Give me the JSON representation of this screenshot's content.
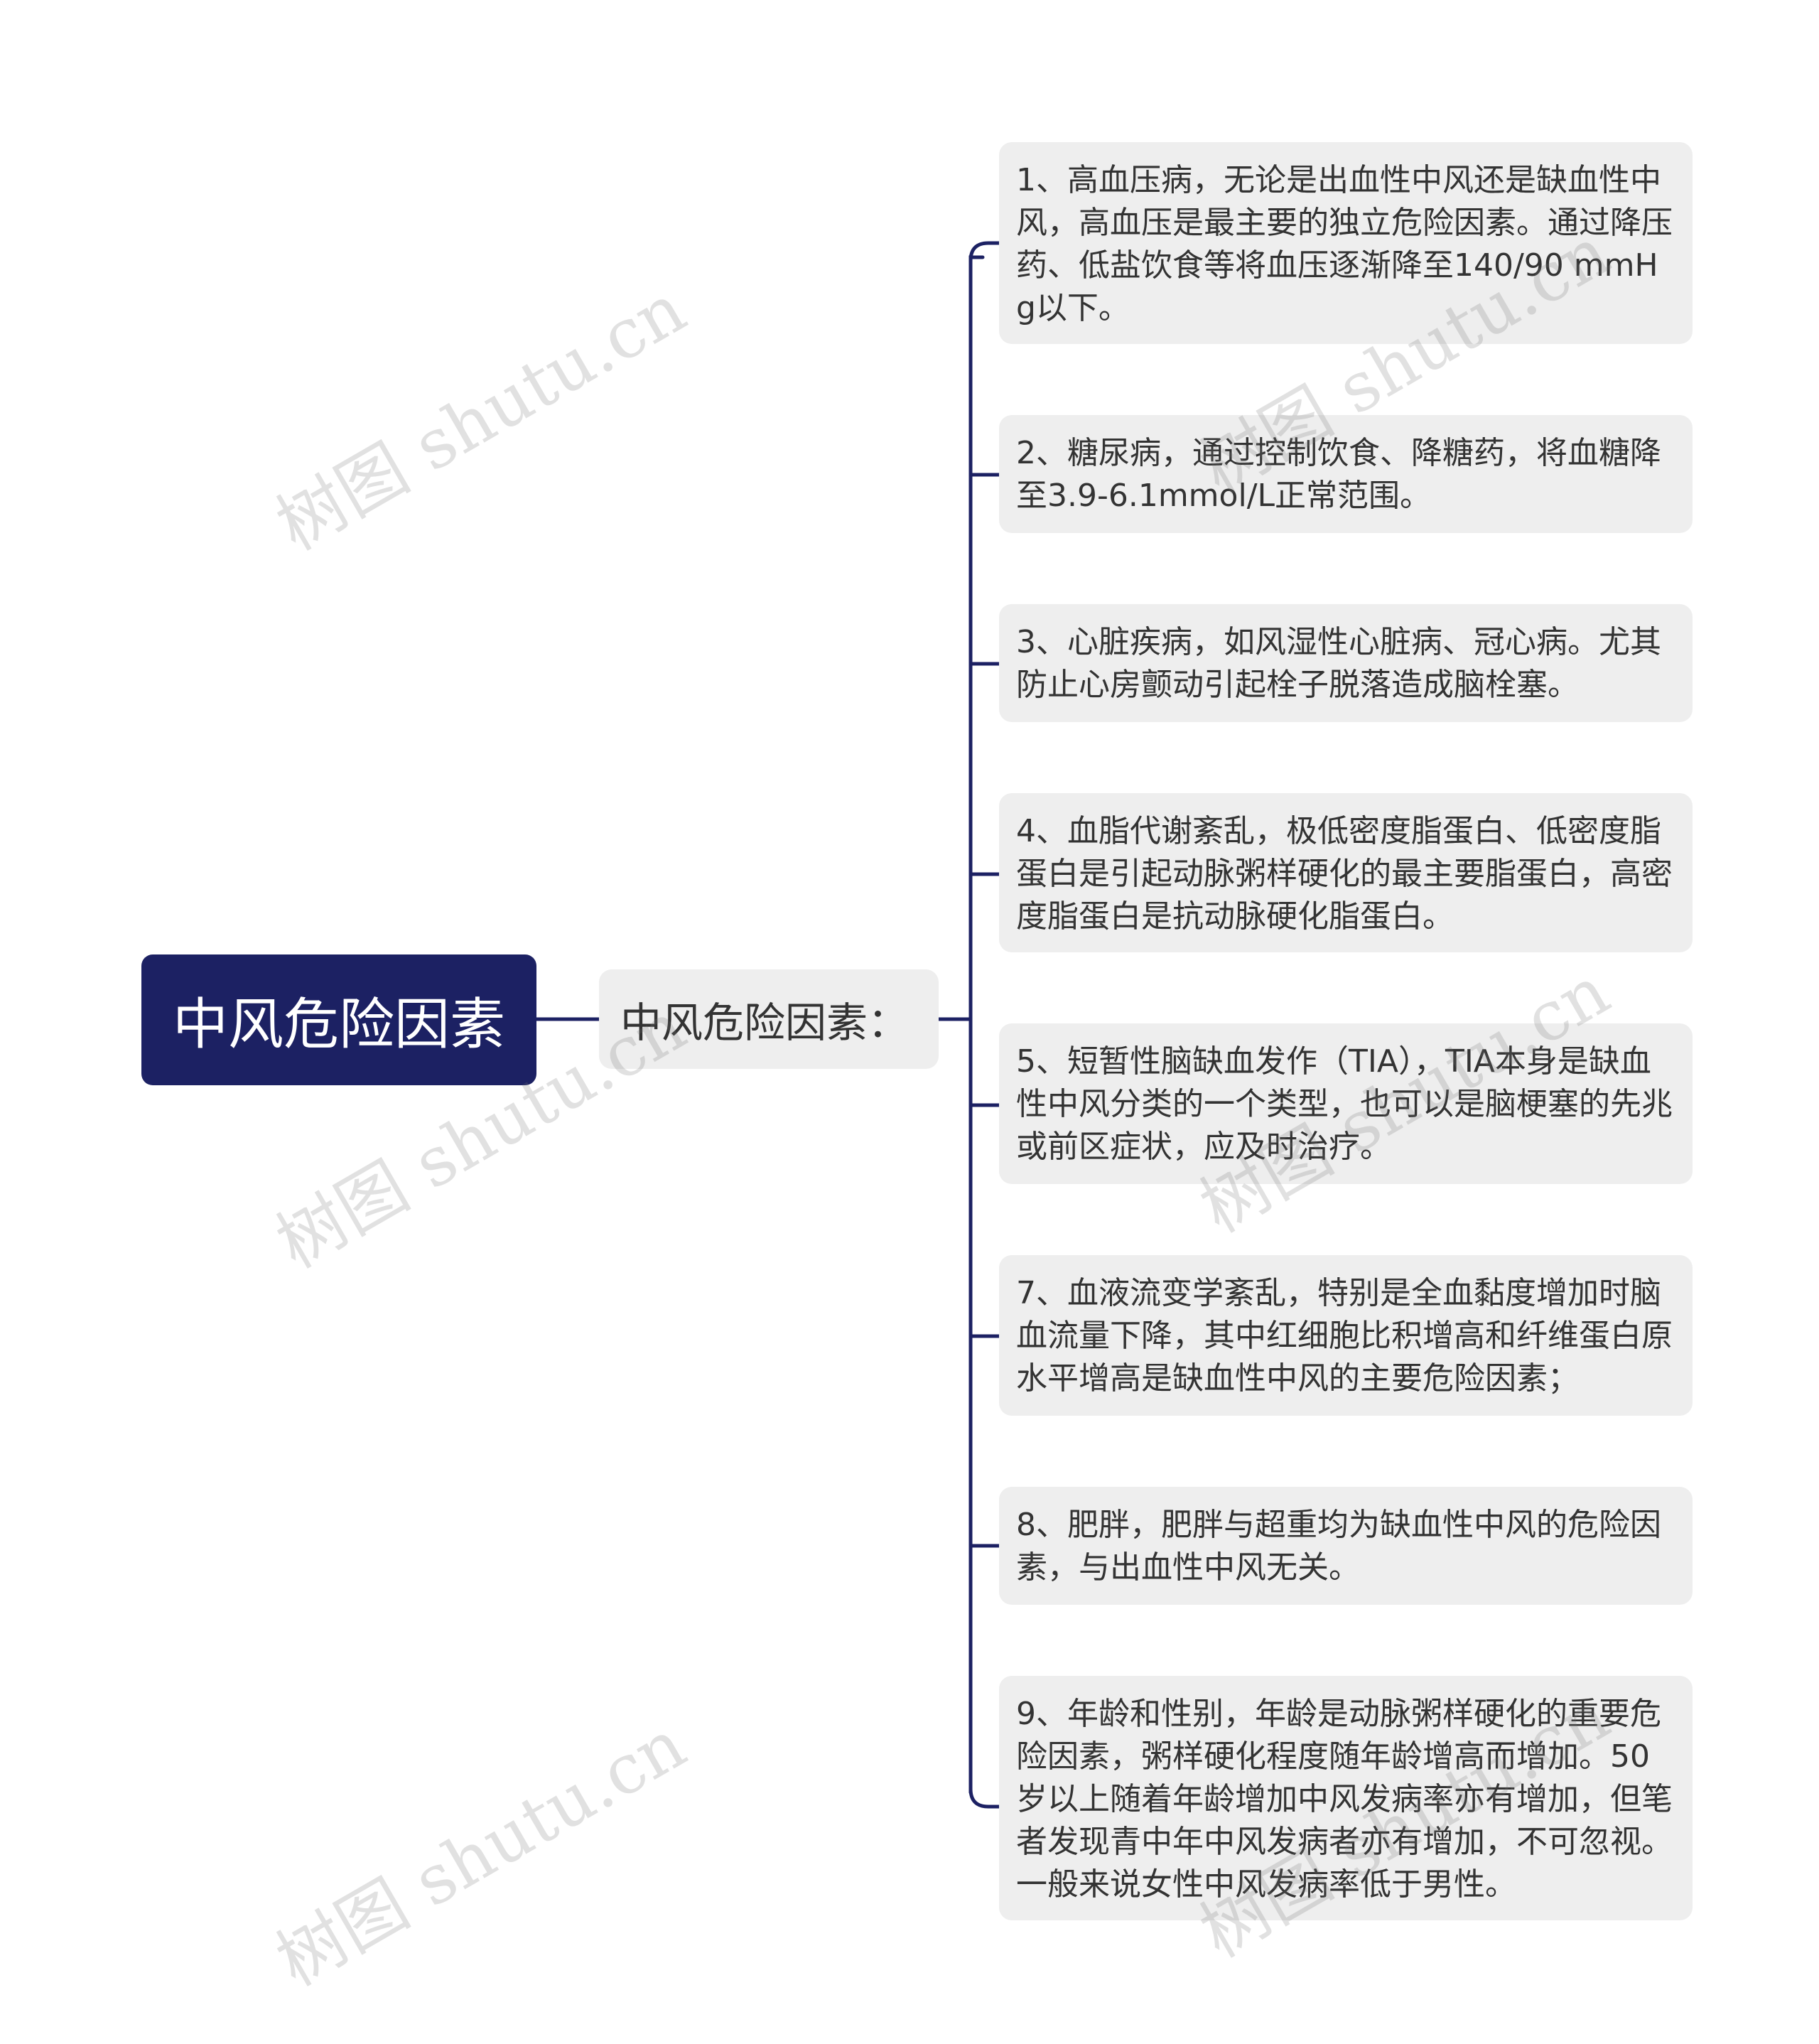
{
  "colors": {
    "root_bg": "#1c2163",
    "root_text": "#ffffff",
    "node_bg": "#eeeeee",
    "node_text": "#333333",
    "line": "#1c2163"
  },
  "root": {
    "label": "中风危险因素"
  },
  "branch": {
    "label": "中风危险因素："
  },
  "leaves": [
    {
      "text": "1、高血压病，无论是出血性中风还是缺血性中风，高血压是最主要的独立危险因素。通过降压药、低盐饮食等将血压逐渐降至140/90 mmHg以下。"
    },
    {
      "text": "2、糖尿病，通过控制饮食、降糖药，将血糖降至3.9-6.1mmol/L正常范围。"
    },
    {
      "text": "3、心脏疾病，如风湿性心脏病、冠心病。尤其防止心房颤动引起栓子脱落造成脑栓塞。"
    },
    {
      "text": "4、血脂代谢紊乱，极低密度脂蛋白、低密度脂蛋白是引起动脉粥样硬化的最主要脂蛋白，高密度脂蛋白是抗动脉硬化脂蛋白。"
    },
    {
      "text": "5、短暂性脑缺血发作（TIA），TIA本身是缺血性中风分类的一个类型，也可以是脑梗塞的先兆或前区症状，应及时治疗。"
    },
    {
      "text": "7、血液流变学紊乱，特别是全血黏度增加时脑血流量下降，其中红细胞比积增高和纤维蛋白原水平增高是缺血性中风的主要危险因素；"
    },
    {
      "text": "8、肥胖，肥胖与超重均为缺血性中风的危险因素，与出血性中风无关。"
    },
    {
      "text": "9、年龄和性别，年龄是动脉粥样硬化的重要危险因素，粥样硬化程度随年龄增高而增加。50岁以上随着年龄增加中风发病率亦有增加，但笔者发现青中年中风发病者亦有增加，不可忽视。一般来说女性中风发病率低于男性。"
    }
  ],
  "watermark": "树图 shutu.cn"
}
